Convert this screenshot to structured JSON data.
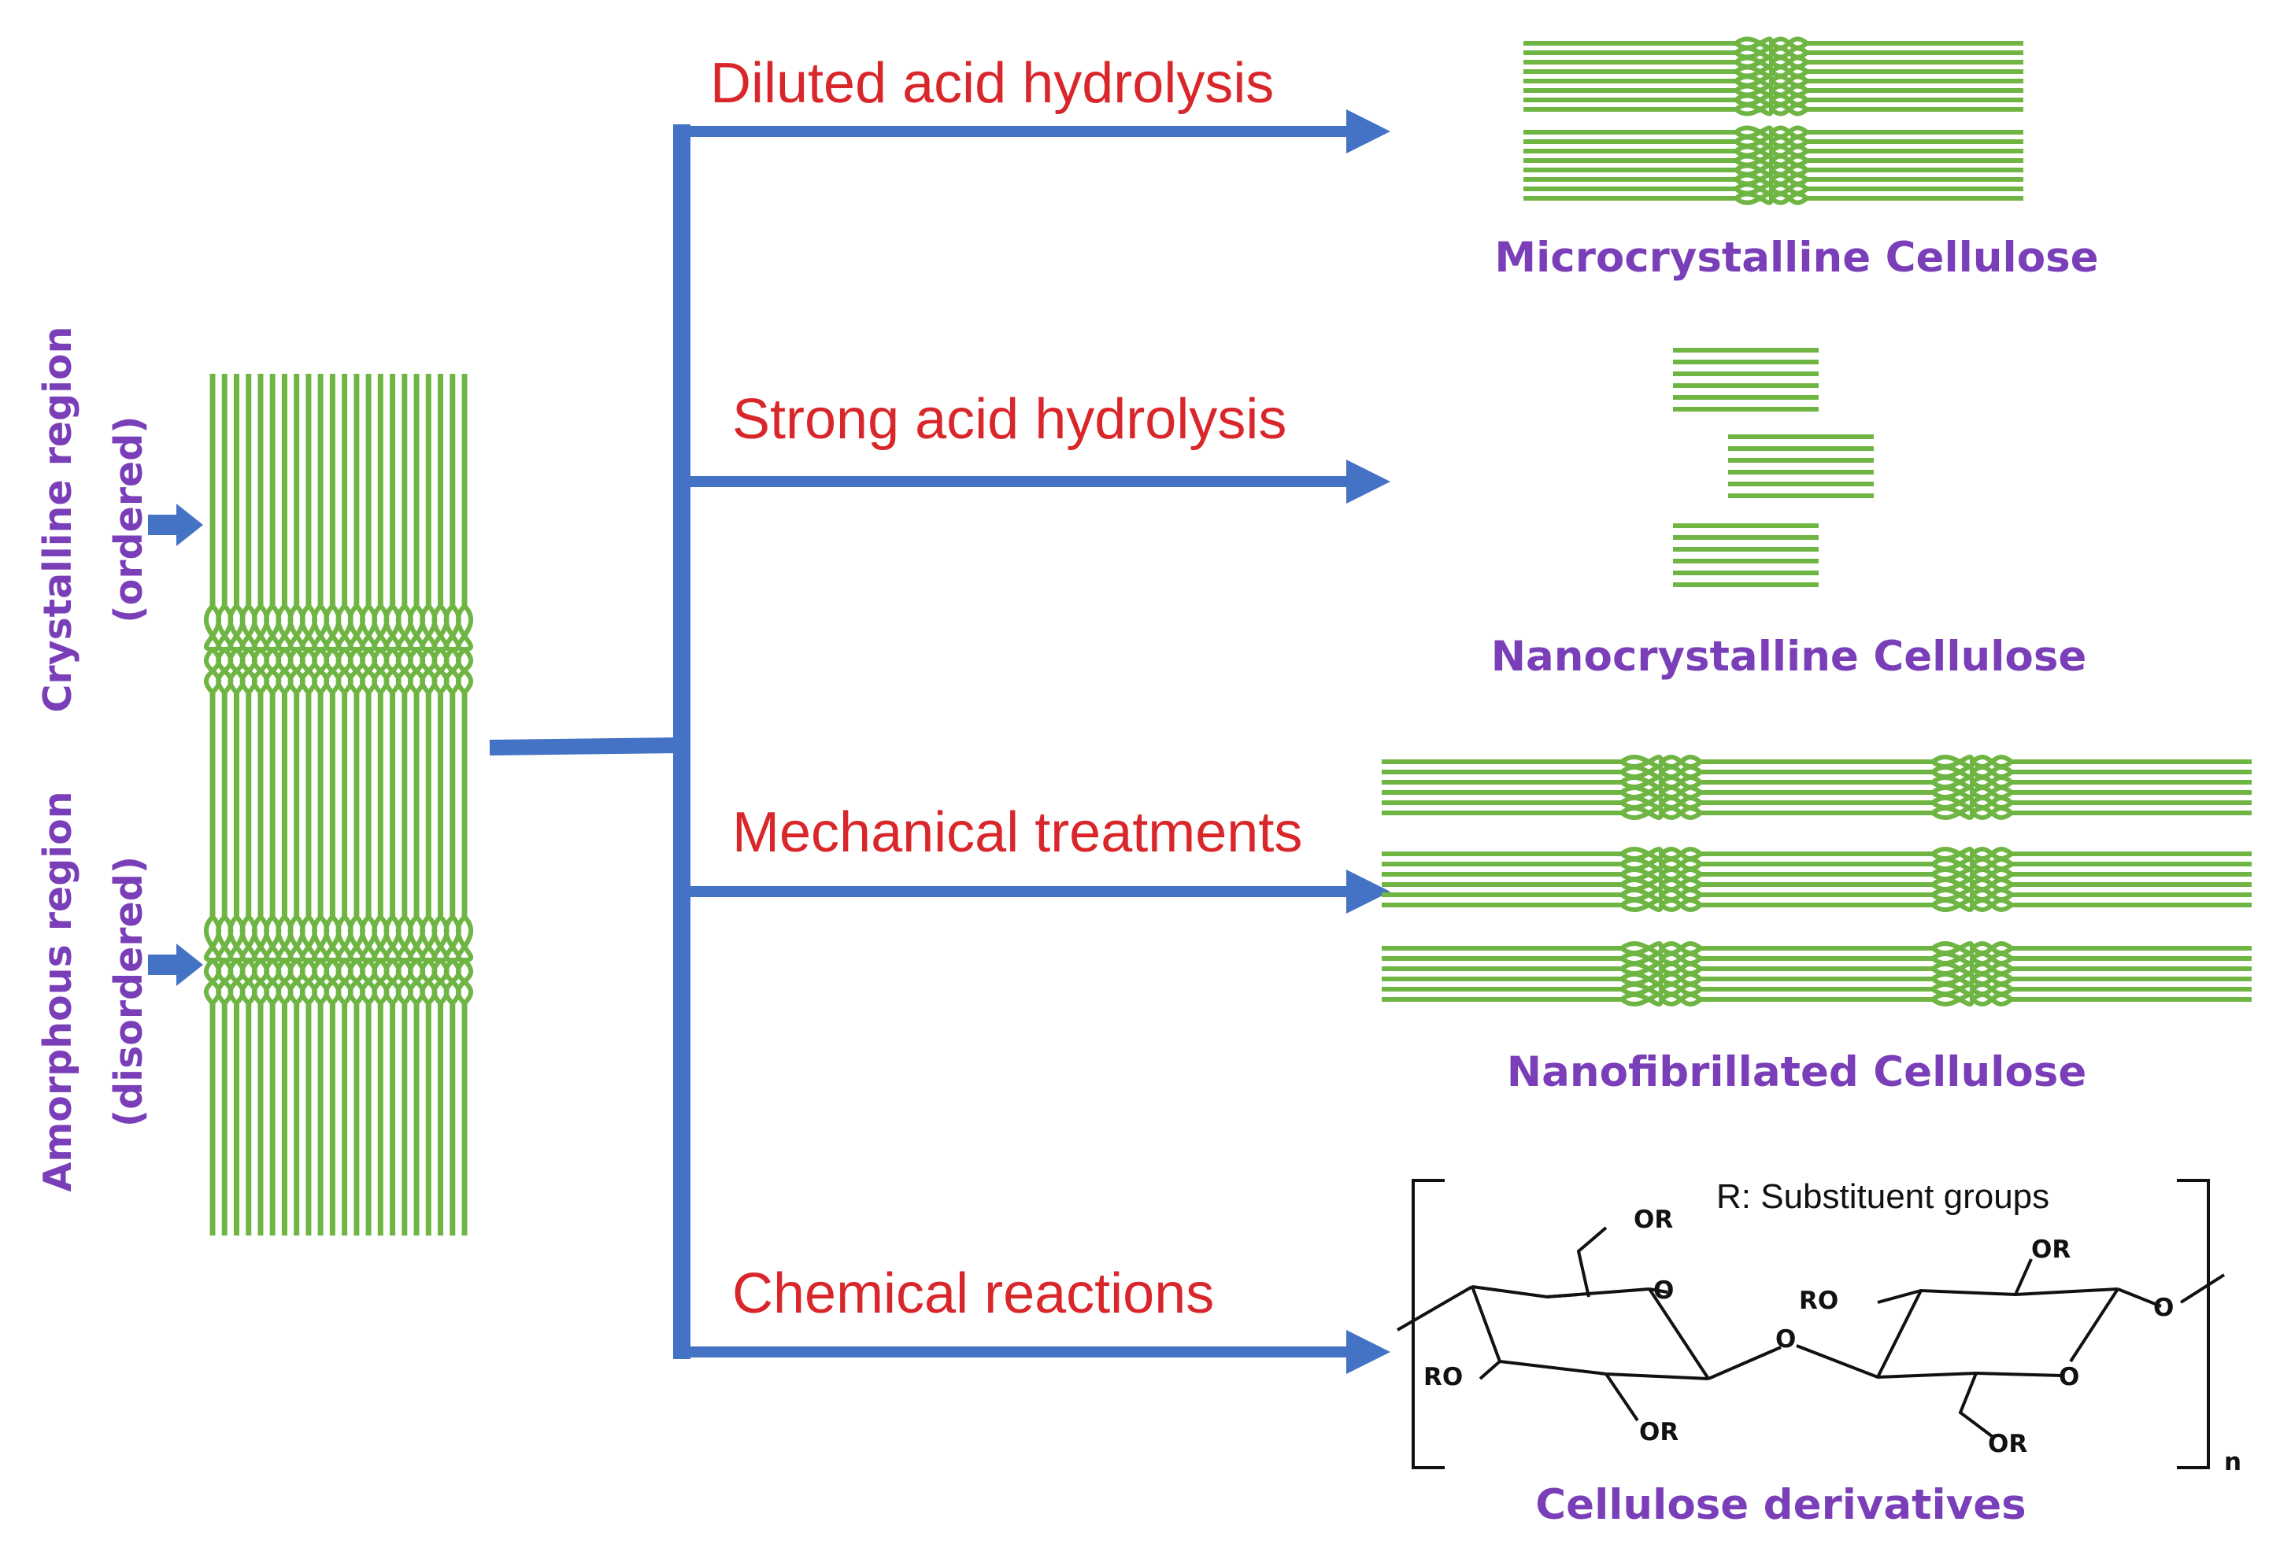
{
  "side_labels": {
    "crystalline_line1": "Crystalline region",
    "crystalline_line2": "(ordered)",
    "amorphous_line1": "Amorphous region",
    "amorphous_line2": "(disordered)"
  },
  "branches": [
    {
      "process": "Diluted acid hydrolysis",
      "product": "Microcrystalline Cellulose"
    },
    {
      "process": "Strong acid hydrolysis",
      "product": "Nanocrystalline Cellulose"
    },
    {
      "process": "Mechanical treatments",
      "product": "Nanofibrillated Cellulose"
    },
    {
      "process": "Chemical reactions",
      "product": "Cellulose derivatives"
    }
  ],
  "chemical_structure": {
    "note": "R: Substituent groups",
    "repeat_index": "n",
    "group_label": "OR",
    "group_label_left": "RO",
    "oxygen": "O"
  },
  "colors": {
    "process_text": "#d9262a",
    "product_text": "#7a3fb8",
    "fibril": "#6fb543",
    "arrow": "#4472c4"
  }
}
